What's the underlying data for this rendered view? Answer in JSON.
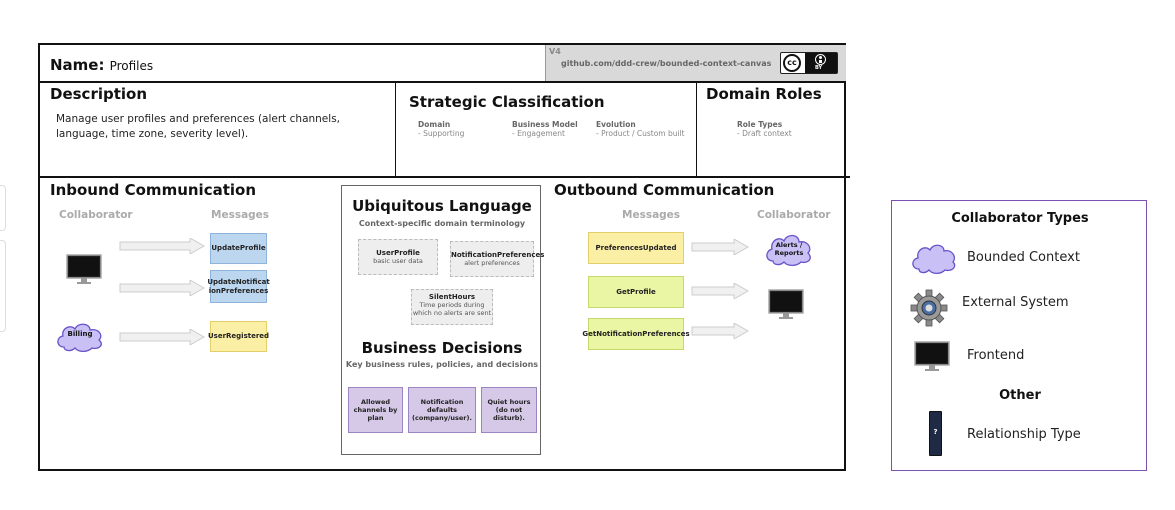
{
  "header": {
    "name_label": "Name:",
    "name_value": "Profiles",
    "version": "V4",
    "repo_url": "github.com/ddd-crew/bounded-context-canvas",
    "license_cc": "cc",
    "license_by": "BY"
  },
  "description": {
    "title": "Description",
    "text": "Manage user profiles and preferences (alert channels, language, time zone, severity level)."
  },
  "strategic": {
    "title": "Strategic Classification",
    "domain_label": "Domain",
    "domain_value": "- Supporting",
    "business_model_label": "Business Model",
    "business_model_value": "- Engagement",
    "evolution_label": "Evolution",
    "evolution_value": "- Product / Custom built"
  },
  "domain_roles": {
    "title": "Domain Roles",
    "role_types_label": "Role Types",
    "role_types_value": "- Draft context"
  },
  "inbound": {
    "title": "Inbound Communication",
    "collaborator_label": "Collaborator",
    "messages_label": "Messages",
    "collaborators": [
      {
        "type": "frontend",
        "icon": "monitor-icon",
        "label": ""
      },
      {
        "type": "bounded-context",
        "icon": "cloud-icon",
        "label": "Billing"
      }
    ],
    "messages": [
      {
        "label": "UpdateProfile",
        "kind": "command",
        "color": "#bcd6f0"
      },
      {
        "label": "UpdateNotificationPreferences",
        "display": "UpdateNotificat ionPreferences",
        "kind": "command",
        "color": "#bcd6f0"
      },
      {
        "label": "UserRegistered",
        "kind": "event",
        "color": "#fbeea5"
      }
    ]
  },
  "ubiquitous_language": {
    "title": "Ubiquitous Language",
    "subtitle": "Context-specific domain terminology",
    "terms": [
      {
        "name": "UserProfile",
        "desc": "basic user data"
      },
      {
        "name": "NotificationPreferences",
        "desc": "alert preferences"
      },
      {
        "name": "SilentHours",
        "desc": "Time periods during which no alerts are sent"
      }
    ]
  },
  "business_decisions": {
    "title": "Business Decisions",
    "subtitle": "Key business rules, policies, and decisions",
    "items": [
      "Allowed channels by plan",
      "Notification defaults (company/user).",
      "Quiet hours (do not disturb)."
    ]
  },
  "outbound": {
    "title": "Outbound Communication",
    "messages_label": "Messages",
    "collaborator_label": "Collaborator",
    "messages": [
      {
        "label": "PreferencesUpdated",
        "kind": "event",
        "color": "#fbeea5"
      },
      {
        "label": "GetProfile",
        "kind": "query",
        "color": "#eaf6a3"
      },
      {
        "label": "GetNotificationPreferences",
        "kind": "query",
        "color": "#eaf6a3"
      }
    ],
    "collaborators": [
      {
        "type": "bounded-context",
        "icon": "cloud-icon",
        "label": "Alerts / Reports"
      },
      {
        "type": "frontend",
        "icon": "monitor-icon",
        "label": ""
      }
    ]
  },
  "legend": {
    "title": "Collaborator Types",
    "items": [
      {
        "icon": "cloud-icon",
        "label": "Bounded Context"
      },
      {
        "icon": "gear-icon",
        "label": "External System"
      },
      {
        "icon": "monitor-icon",
        "label": "Frontend"
      }
    ],
    "other_title": "Other",
    "other_items": [
      {
        "icon": "relationship-type-icon",
        "glyph": "?",
        "label": "Relationship Type"
      }
    ]
  },
  "colors": {
    "command": "#bcd6f0",
    "event": "#fbeea5",
    "query": "#eaf6a3",
    "bounded_context": "#c9c0f5",
    "decision": "#d6c9e8",
    "legend_border": "#7b52ad"
  }
}
